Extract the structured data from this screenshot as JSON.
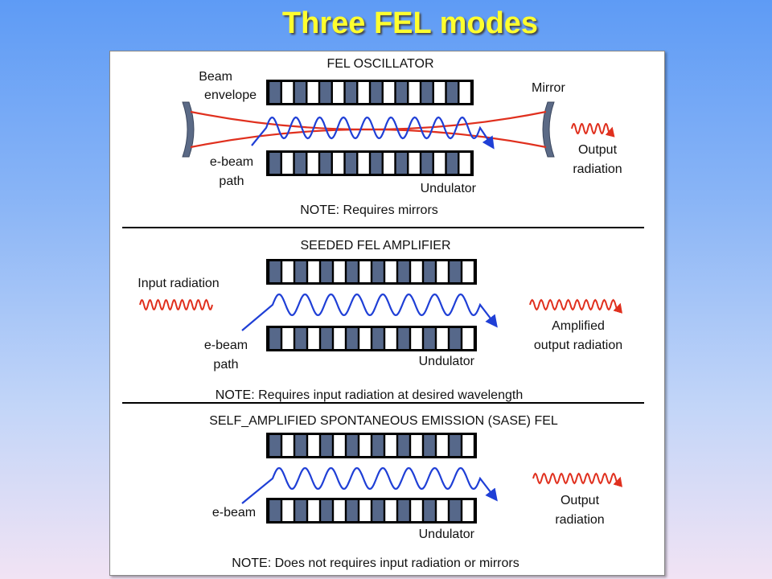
{
  "slide": {
    "title": "Three FEL modes"
  },
  "colors": {
    "beam": "#1f3fd6",
    "envelope": "#e0301e",
    "radiation": "#e0301e",
    "magnet_dark": "#56688a",
    "mirror": "#5b6a86",
    "background_top": "#5e9bf5"
  },
  "sections": {
    "oscillator": {
      "heading": "FEL OSCILLATOR",
      "beam_envelope": [
        "Beam",
        "envelope"
      ],
      "mirror": "Mirror",
      "ebeam_path": [
        "e-beam",
        "path"
      ],
      "undulator": "Undulator",
      "output": [
        "Output",
        "radiation"
      ],
      "note": "NOTE: Requires mirrors"
    },
    "seeded": {
      "heading": "SEEDED FEL AMPLIFIER",
      "input": "Input radiation",
      "ebeam_path": [
        "e-beam",
        "path"
      ],
      "undulator": "Undulator",
      "output": [
        "Amplified",
        "output radiation"
      ],
      "note": "NOTE: Requires input radiation at desired wavelength"
    },
    "sase": {
      "heading": "SELF_AMPLIFIED SPONTANEOUS EMISSION (SASE) FEL",
      "ebeam": "e-beam",
      "undulator": "Undulator",
      "output": [
        "Output",
        "radiation"
      ],
      "note": "NOTE: Does not requires input radiation or mirrors"
    }
  }
}
